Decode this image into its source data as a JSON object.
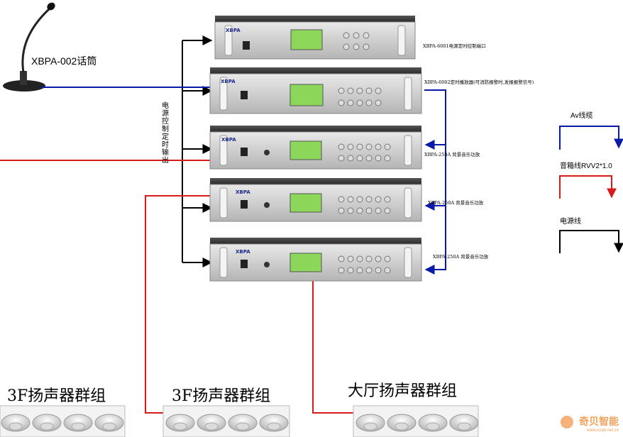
{
  "microphone": {
    "label": "XBPA-002话筒"
  },
  "control_line_label": "电源控制定时输出",
  "devices": [
    {
      "label": "XBPA-6001电源定时控制端口",
      "brand": "XBPA"
    },
    {
      "label": "XBPA-6002定时播放器(可消防报警时,发报报警信号)",
      "brand": "XBPA"
    },
    {
      "label": "XBPA-250A 背景音乐功放",
      "brand": "XBPA"
    },
    {
      "label": "XBPA-250A 背景音乐功放",
      "brand": "XBPA"
    },
    {
      "label": "XBPA-250A 背景音乐功放",
      "brand": "XBPA"
    }
  ],
  "legend": {
    "av": {
      "label": "Av线缆",
      "color": "#0a1aa8"
    },
    "speaker": {
      "label": "音箱线RVV2*1.0",
      "color": "#d81a1a"
    },
    "power": {
      "label": "电源线",
      "color": "#000000"
    }
  },
  "zones": [
    {
      "label": "3F扬声器群组"
    },
    {
      "label": "3F扬声器群组"
    },
    {
      "label": "大厅扬声器群组"
    }
  ],
  "watermark": {
    "name": "奇贝智能",
    "url": "www.szqb.net.cn"
  }
}
